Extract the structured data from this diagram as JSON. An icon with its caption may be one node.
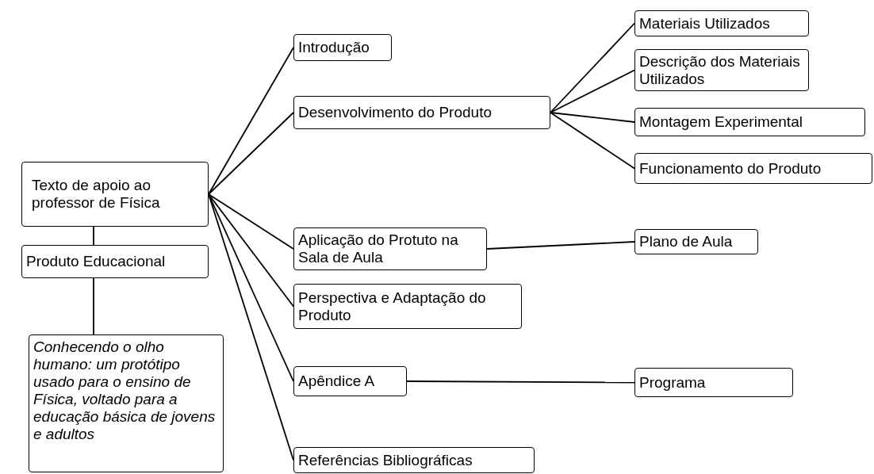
{
  "diagram": {
    "nodes": [
      {
        "text": [
          "Texto de apoio ao professor de Física"
        ]
      },
      {
        "text": [
          "Produto Educacional"
        ]
      },
      {
        "text": [
          "Conhecendo o olho humano: um protótipo usado para o ensino de Física, voltado para a educação básica de jovens e adultos"
        ]
      },
      {
        "text": [
          "Introdução"
        ]
      },
      {
        "text": [
          "Desenvolvimento do Produto"
        ]
      },
      {
        "text": [
          "Materiais Utilizados"
        ]
      },
      {
        "text": [
          "Descrição dos Materiais Utilizados"
        ]
      },
      {
        "text": [
          "Montagem Experimental"
        ]
      },
      {
        "text": [
          "Funcionamento do Produto"
        ]
      },
      {
        "text": [
          "Aplicação do Protuto na Sala de Aula"
        ]
      },
      {
        "text": [
          "Plano de Aula"
        ]
      },
      {
        "text": [
          "Perspectiva e Adaptação do Produto"
        ]
      },
      {
        "text": [
          "Apêndice A"
        ]
      },
      {
        "text": [
          "Programa"
        ]
      },
      {
        "text": [
          "Referências Bibliográficas"
        ]
      }
    ],
    "edges": [
      {
        "from": 0,
        "to": 1,
        "arrow": "none"
      },
      {
        "from": 1,
        "to": 2,
        "arrow": "none"
      },
      {
        "from": 0,
        "to": 3,
        "arrow": "none"
      },
      {
        "from": 0,
        "to": 4,
        "arrow": "none"
      },
      {
        "from": 0,
        "to": 9,
        "arrow": "none"
      },
      {
        "from": 0,
        "to": 11,
        "arrow": "none"
      },
      {
        "from": 0,
        "to": 12,
        "arrow": "none"
      },
      {
        "from": 0,
        "to": 14,
        "arrow": "none"
      },
      {
        "from": 4,
        "to": 5,
        "arrow": "none"
      },
      {
        "from": 4,
        "to": 6,
        "arrow": "none"
      },
      {
        "from": 4,
        "to": 7,
        "arrow": "none"
      },
      {
        "from": 4,
        "to": 8,
        "arrow": "none"
      },
      {
        "from": 9,
        "to": 10,
        "arrow": "none"
      },
      {
        "from": 12,
        "to": 13,
        "arrow": "none"
      }
    ]
  }
}
